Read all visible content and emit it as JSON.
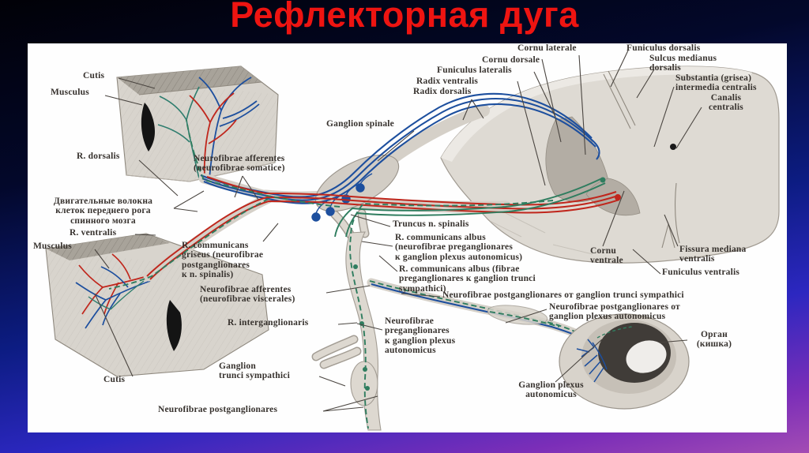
{
  "title": {
    "text": "Рефлекторная дуга"
  },
  "colors": {
    "title_red": "#ee1411",
    "background_navy": "#03082b",
    "background_blue": "#0c1c82",
    "background_purple": "#7b2eb8",
    "panel_white": "#fefefe",
    "afferent_blue": "#1d4f9e",
    "efferent_red": "#c0261c",
    "sympathetic_green": "#2f7d5f",
    "tissue_gray": "#d8d4cd",
    "label_ink": "#37322e"
  },
  "diagram": {
    "subject": "Reflex arc: spinal cord segment, spinal nerve, sympathetic trunk, organ",
    "labels": [
      {
        "id": "cutis-top",
        "text": "Cutis"
      },
      {
        "id": "musculus-top",
        "text": "Musculus"
      },
      {
        "id": "r-dorsalis",
        "text": "R. dorsalis"
      },
      {
        "id": "neurofibrae-afferentes-somatice",
        "text": "Neurofibrae afferentes\n(neurofibrae somatice)"
      },
      {
        "id": "motor-fibers-ru",
        "text": "Двигательные волокна\nклеток переднего рога\nспинного мозга"
      },
      {
        "id": "r-ventralis",
        "text": "R. ventralis"
      },
      {
        "id": "musculus-mid",
        "text": "Musculus"
      },
      {
        "id": "r-communicans-griseus",
        "text": "R. communicans\ngriseus (neurofibrae\npostganglionares\nк n. spinalis)"
      },
      {
        "id": "neurofibrae-afferentes-viscerales",
        "text": "Neurofibrae afferentes\n(neurofibrae viscerales)"
      },
      {
        "id": "r-interganglionaris",
        "text": "R. interganglionaris"
      },
      {
        "id": "cutis-bottom",
        "text": "Cutis"
      },
      {
        "id": "ganglion-trunci-sympathici",
        "text": "Ganglion\ntrunci sympathici"
      },
      {
        "id": "neurofibrae-postganglionares",
        "text": "Neurofibrae postganglionares"
      },
      {
        "id": "ganglion-spinale",
        "text": "Ganglion spinale"
      },
      {
        "id": "radix-ventralis",
        "text": "Radix ventralis"
      },
      {
        "id": "radix-dorsalis",
        "text": "Radix dorsalis"
      },
      {
        "id": "funiculus-lateralis",
        "text": "Funiculus lateralis"
      },
      {
        "id": "cornu-dorsale",
        "text": "Cornu dorsale"
      },
      {
        "id": "cornu-laterale",
        "text": "Cornu laterale"
      },
      {
        "id": "funiculus-dorsalis",
        "text": "Funiculus dorsalis"
      },
      {
        "id": "sulcus-medianus-dorsalis",
        "text": "Sulcus medianus\ndorsalis"
      },
      {
        "id": "substantia-grisea",
        "text": "Substantia (grisea)\nintermedia centralis"
      },
      {
        "id": "canalis-centralis",
        "text": "Canalis\ncentralis"
      },
      {
        "id": "truncus-n-spinalis",
        "text": "Truncus n. spinalis"
      },
      {
        "id": "r-communicans-albus-1",
        "text": "R. communicans albus\n(neurofibrae preganglionares\nк ganglion plexus autonomicus)"
      },
      {
        "id": "r-communicans-albus-2",
        "text": "R. communicans albus (fibrae\npreganglionares к ganglion trunci\nsympathici)"
      },
      {
        "id": "cornu-ventrale",
        "text": "Cornu\nventrale"
      },
      {
        "id": "fissura-mediana-ventralis",
        "text": "Fissura mediana\nventralis"
      },
      {
        "id": "funiculus-ventralis",
        "text": "Funiculus ventralis"
      },
      {
        "id": "neurofibrae-post-trunci",
        "text": "Neurofibrae postganglionares от ganglion trunci sympathici"
      },
      {
        "id": "neurofibrae-post-plexus",
        "text": "Neurofibrae postganglionares от\nganglion plexus autonomicus"
      },
      {
        "id": "neurofibrae-pre-plexus",
        "text": "Neurofibrae\npreganglionares\nк ganglion plexus\nautonomicus"
      },
      {
        "id": "ganglion-plexus-autonomicus",
        "text": "Ganglion plexus\nautonomicus"
      },
      {
        "id": "organ",
        "text": "Орган\n(кишка)"
      }
    ]
  }
}
